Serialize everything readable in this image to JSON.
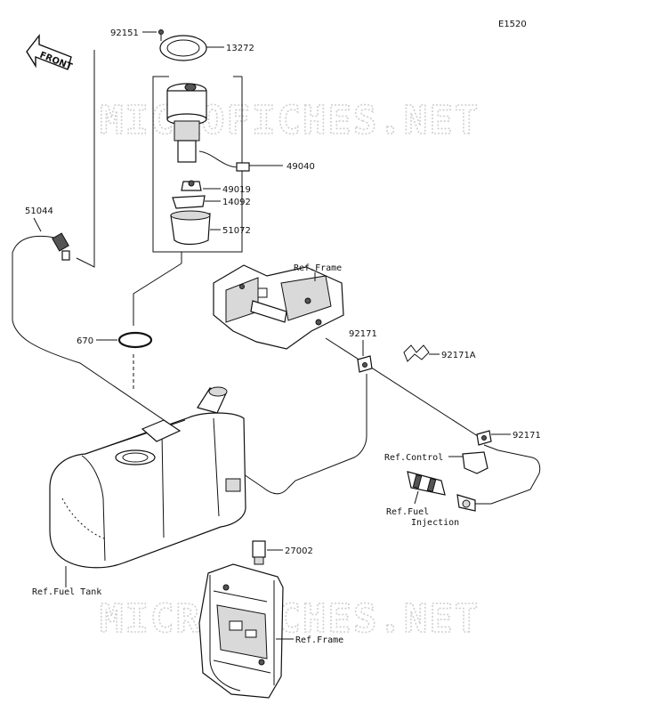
{
  "diagram_code": "E1520",
  "front_arrow_label": "FRONT",
  "watermark": "MICROFICHES.NET",
  "callouts": {
    "c92151": "92151",
    "c13272": "13272",
    "c49040": "49040",
    "c49019": "49019",
    "c14092": "14092",
    "c51072": "51072",
    "c51044": "51044",
    "c670": "670",
    "c92171a": "92171",
    "c92171A": "92171A",
    "c92171b": "92171",
    "c27002": "27002"
  },
  "references": {
    "frame_top": "Ref.Frame",
    "control": "Ref.Control",
    "fuel_line1": "Ref.Fuel",
    "fuel_line2": "Injection",
    "fuel_tank": "Ref.Fuel Tank",
    "frame_bottom": "Ref.Frame"
  }
}
